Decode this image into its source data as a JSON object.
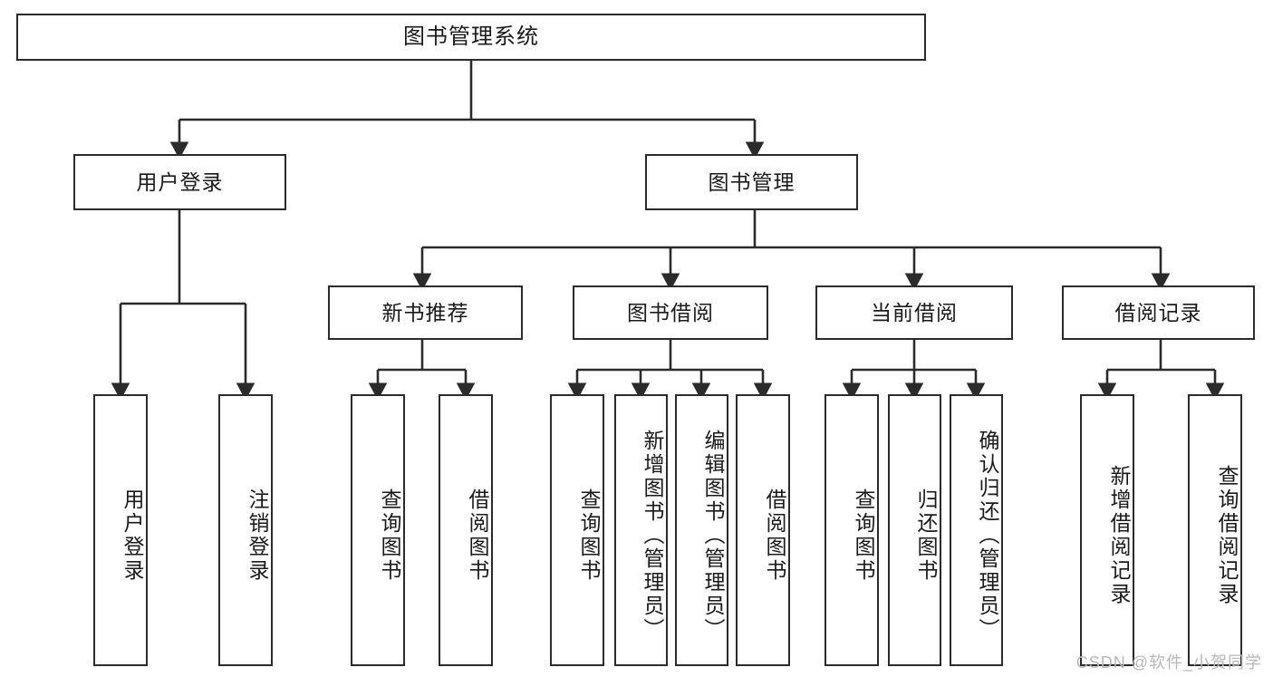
{
  "diagram": {
    "type": "tree-hierarchy-chart",
    "title": "图书管理系统",
    "orientation": "top-down",
    "colors": {
      "box_border": "#2b2b2b",
      "box_fill": "#ffffff",
      "connector": "#2b2b2b",
      "text": "#1a1a1a",
      "watermark": "#b8b8b8",
      "background": "#ffffff"
    },
    "root": {
      "label": "图书管理系统"
    },
    "level2": [
      {
        "label": "用户登录"
      },
      {
        "label": "图书管理"
      }
    ],
    "level3": [
      {
        "label": "新书推荐"
      },
      {
        "label": "图书借阅"
      },
      {
        "label": "当前借阅"
      },
      {
        "label": "借阅记录"
      }
    ],
    "leaves": {
      "user_login": [
        {
          "label": "用户登录"
        },
        {
          "label": "注销登录"
        }
      ],
      "new_book_recommend": [
        {
          "label": "查询图书"
        },
        {
          "label": "借阅图书"
        }
      ],
      "book_borrow": [
        {
          "label": "查询图书"
        },
        {
          "label": "新增图书（管理员）"
        },
        {
          "label": "编辑图书（管理员）"
        },
        {
          "label": "借阅图书"
        }
      ],
      "current_borrow": [
        {
          "label": "查询图书"
        },
        {
          "label": "归还图书"
        },
        {
          "label": "确认归还（管理员）"
        }
      ],
      "borrow_record": [
        {
          "label": "新增借阅记录"
        },
        {
          "label": "查询借阅记录"
        }
      ]
    }
  },
  "watermark": {
    "text": "CSDN @软件_小贺同学"
  }
}
